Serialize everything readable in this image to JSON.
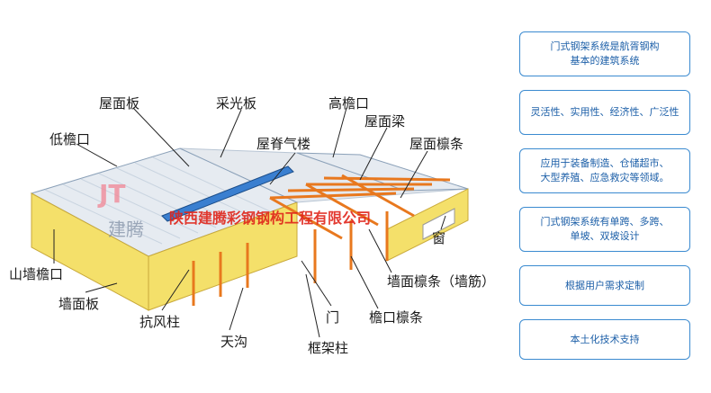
{
  "diagram": {
    "labels": {
      "roof_panel": "屋面板",
      "skylight_panel": "采光板",
      "high_eave": "高檐口",
      "ridge_vent": "屋脊气楼",
      "roof_beam": "屋面梁",
      "low_eave": "低檐口",
      "roof_purlin": "屋面檩条",
      "gable_eave": "山墙檐口",
      "window": "窗",
      "wall_purlin": "墙面檩条（墙筋）",
      "wall_panel": "墙面板",
      "door": "门",
      "eave_purlin": "檐口檩条",
      "wind_column": "抗风柱",
      "gutter": "天沟",
      "frame_column": "框架柱"
    },
    "watermark": "陕西建腾彩钢钢构工程有限公司",
    "logo_text": "建腾",
    "colors": {
      "wall": "#f4e06a",
      "roof": "#e6ebf1",
      "steel": "#e8781e",
      "watermark": "#e0251b",
      "accent": "#3a8ad0"
    }
  },
  "sidebar": {
    "items": [
      {
        "text": "门式钢架系统是航胥钢构\n基本的建筑系统"
      },
      {
        "text": "灵活性、实用性、经济性、广泛性"
      },
      {
        "text": "应用于装备制造、仓储超市、\n大型养殖、应急救灾等领域。"
      },
      {
        "text": "门式钢架系统有单跨、多跨、\n单坡、双坡设计"
      },
      {
        "text": "根据用户需求定制"
      },
      {
        "text": "本土化技术支持"
      }
    ]
  }
}
